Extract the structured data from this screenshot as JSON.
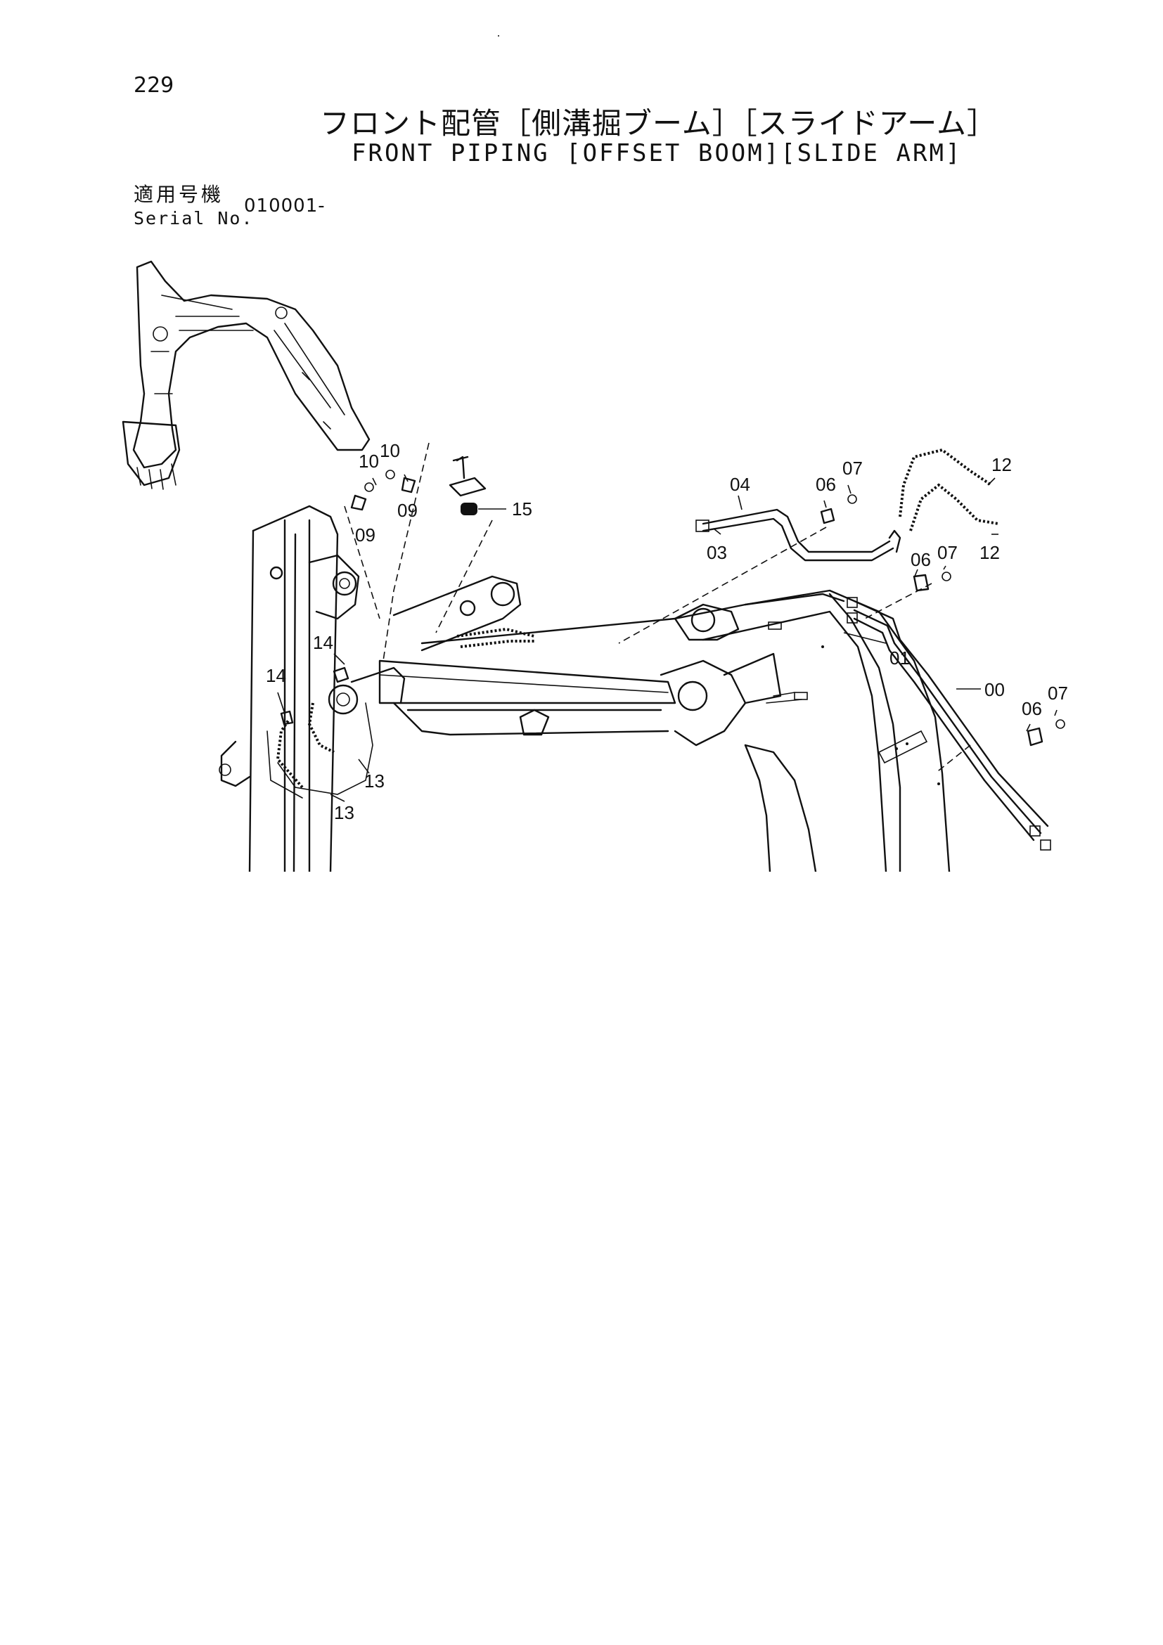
{
  "page_number": "229",
  "title_jp": "フロント配管［側溝掘ブーム］［スライドアーム］",
  "title_en": "FRONT PIPING [OFFSET BOOM][SLIDE ARM]",
  "serial_label_jp": "適用号機",
  "serial_label_en": "Serial No.",
  "serial_value": "010001-",
  "callouts": {
    "c10a": "10",
    "c10b": "10",
    "c09a": "09",
    "c09b": "09",
    "c15": "15",
    "c14a": "14",
    "c14b": "14",
    "c13a": "13",
    "c13b": "13",
    "c04": "04",
    "c03": "03",
    "c06a": "06",
    "c07a": "07",
    "c06b": "06",
    "c07b": "07",
    "c06c": "06",
    "c07c": "07",
    "c12a": "12",
    "c12b": "12",
    "c01": "01",
    "c00": "00"
  }
}
